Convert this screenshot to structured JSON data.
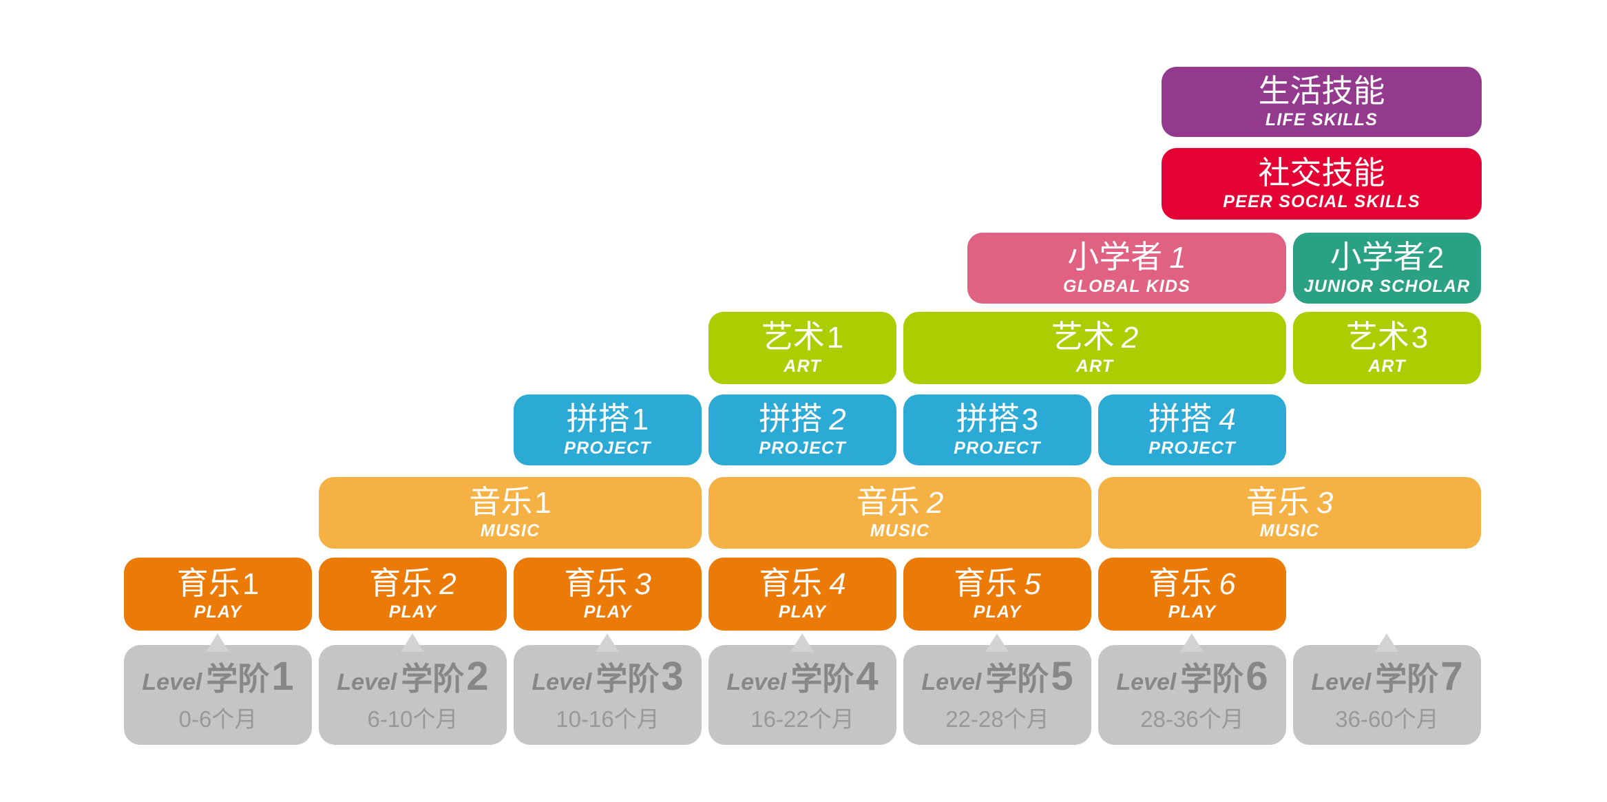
{
  "diagram": {
    "skills": {
      "life": {
        "title": "生活技能",
        "subtitle": "LIFE SKILLS"
      },
      "social": {
        "title": "社交技能",
        "subtitle": "PEER SOCIAL SKILLS"
      }
    },
    "scholar": {
      "s1": {
        "title": "小学者",
        "num": "1",
        "num_class": "num it",
        "subtitle": "GLOBAL KIDS"
      },
      "s2": {
        "title": "小学者",
        "num": "2",
        "num_class": "num",
        "subtitle": "JUNIOR SCHOLAR"
      }
    },
    "art": [
      {
        "title": "艺术",
        "num": "1",
        "num_class": "num",
        "subtitle": "ART"
      },
      {
        "title": "艺术",
        "num": "2",
        "num_class": "num it",
        "subtitle": "ART"
      },
      {
        "title": "艺术",
        "num": "3",
        "num_class": "num",
        "subtitle": "ART"
      }
    ],
    "project": [
      {
        "title": "拼搭",
        "num": "1",
        "num_class": "num",
        "subtitle": "PROJECT"
      },
      {
        "title": "拼搭",
        "num": "2",
        "num_class": "num it",
        "subtitle": "PROJECT"
      },
      {
        "title": "拼搭",
        "num": "3",
        "num_class": "num",
        "subtitle": "PROJECT"
      },
      {
        "title": "拼搭",
        "num": "4",
        "num_class": "num it",
        "subtitle": "PROJECT"
      }
    ],
    "music": [
      {
        "title": "音乐",
        "num": "1",
        "num_class": "num",
        "subtitle": "MUSIC"
      },
      {
        "title": "音乐",
        "num": "2",
        "num_class": "num it",
        "subtitle": "MUSIC"
      },
      {
        "title": "音乐",
        "num": "3",
        "num_class": "num it",
        "subtitle": "MUSIC"
      }
    ],
    "play": [
      {
        "title": "育乐",
        "num": "1",
        "num_class": "num",
        "subtitle": "PLAY"
      },
      {
        "title": "育乐",
        "num": "2",
        "num_class": "num it",
        "subtitle": "PLAY"
      },
      {
        "title": "育乐",
        "num": "3",
        "num_class": "num it",
        "subtitle": "PLAY"
      },
      {
        "title": "育乐",
        "num": "4",
        "num_class": "num it",
        "subtitle": "PLAY"
      },
      {
        "title": "育乐",
        "num": "5",
        "num_class": "num it",
        "subtitle": "PLAY"
      },
      {
        "title": "育乐",
        "num": "6",
        "num_class": "num it",
        "subtitle": "PLAY"
      }
    ],
    "levels": [
      {
        "prefix": "Level",
        "label": "学阶",
        "num": "1",
        "age": "0-6个月"
      },
      {
        "prefix": "Level",
        "label": "学阶",
        "num": "2",
        "age": "6-10个月"
      },
      {
        "prefix": "Level",
        "label": "学阶",
        "num": "3",
        "age": "10-16个月"
      },
      {
        "prefix": "Level",
        "label": "学阶",
        "num": "4",
        "age": "16-22个月"
      },
      {
        "prefix": "Level",
        "label": "学阶",
        "num": "5",
        "age": "22-28个月"
      },
      {
        "prefix": "Level",
        "label": "学阶",
        "num": "6",
        "age": "28-36个月"
      },
      {
        "prefix": "Level",
        "label": "学阶",
        "num": "7",
        "age": "36-60个月"
      }
    ],
    "colors": {
      "life": "#93398e",
      "social": "#e30233",
      "scholar1": "#e06181",
      "scholar2": "#2aa184",
      "art": "#aace00",
      "project": "#2aaad4",
      "music": "#f5b143",
      "play": "#ec7a06",
      "level_bg": "#c5c5c7",
      "level_text": "#87878a",
      "level_age_text": "#98989b",
      "pointer": "#d3d3d5",
      "background": "#ffffff"
    }
  }
}
